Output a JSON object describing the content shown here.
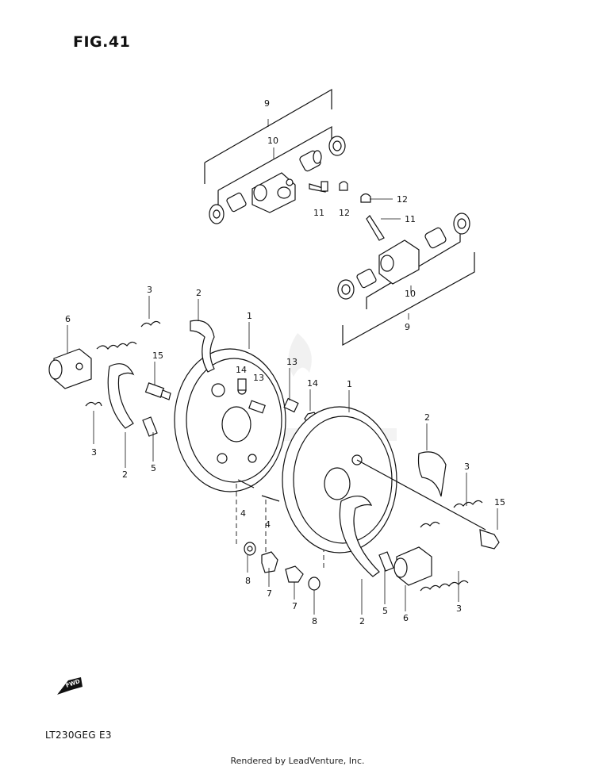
{
  "figure": {
    "title": "FIG.41",
    "model_code": "LT230GEG  E3",
    "footer": "Rendered by LeadVenture, Inc.",
    "fwd_label": "FWD"
  },
  "callouts": [
    {
      "id": "c9a",
      "text": "9"
    },
    {
      "id": "c10a",
      "text": "10"
    },
    {
      "id": "c11a",
      "text": "11"
    },
    {
      "id": "c12a",
      "text": "12"
    },
    {
      "id": "c12b",
      "text": "12"
    },
    {
      "id": "c11b",
      "text": "11"
    },
    {
      "id": "c10b",
      "text": "10"
    },
    {
      "id": "c9b",
      "text": "9"
    },
    {
      "id": "c3a",
      "text": "3"
    },
    {
      "id": "c2a",
      "text": "2"
    },
    {
      "id": "c1a",
      "text": "1"
    },
    {
      "id": "c6a",
      "text": "6"
    },
    {
      "id": "c15a",
      "text": "15"
    },
    {
      "id": "c14a",
      "text": "14"
    },
    {
      "id": "c13a",
      "text": "13"
    },
    {
      "id": "c13b",
      "text": "13"
    },
    {
      "id": "c14b",
      "text": "14"
    },
    {
      "id": "c1b",
      "text": "1"
    },
    {
      "id": "c3b",
      "text": "3"
    },
    {
      "id": "c2b",
      "text": "2"
    },
    {
      "id": "c5a",
      "text": "5"
    },
    {
      "id": "c2c",
      "text": "2"
    },
    {
      "id": "c3c",
      "text": "3"
    },
    {
      "id": "c15b",
      "text": "15"
    },
    {
      "id": "c4a",
      "text": "4"
    },
    {
      "id": "c4b",
      "text": "4"
    },
    {
      "id": "c8a",
      "text": "8"
    },
    {
      "id": "c7a",
      "text": "7"
    },
    {
      "id": "c7b",
      "text": "7"
    },
    {
      "id": "c8b",
      "text": "8"
    },
    {
      "id": "c2d",
      "text": "2"
    },
    {
      "id": "c5b",
      "text": "5"
    },
    {
      "id": "c6b",
      "text": "6"
    },
    {
      "id": "c3d",
      "text": "3"
    }
  ]
}
